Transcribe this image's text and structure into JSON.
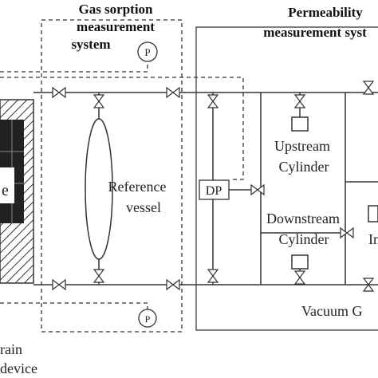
{
  "headings": {
    "sorption_line1": "Gas sorption",
    "sorption_line2": "measurement",
    "sorption_line3": "system",
    "permeability_line1": "Permeability",
    "permeability_line2": "measurement syst"
  },
  "labels": {
    "pressure_gauge": "P",
    "sample_fragment": "e",
    "reference_line1": "Reference",
    "reference_line2": "vessel",
    "differential_pressure": "DP",
    "upstream_line1": "Upstream",
    "upstream_line2": "Cylinder",
    "downstream_line1": "Downstream",
    "downstream_line2": "Cylinder",
    "inlet_fragment": "In",
    "vacuum_fragment": "Vacuum G",
    "strain_fragment": "rain",
    "device_fragment": "device"
  }
}
